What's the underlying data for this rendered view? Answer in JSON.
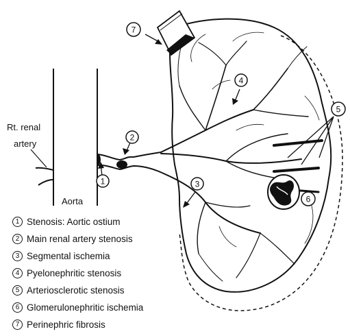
{
  "anatomy_labels": {
    "renal_artery": [
      "Rt. renal",
      "artery"
    ],
    "aorta": "Aorta"
  },
  "markers": [
    "1",
    "2",
    "3",
    "4",
    "5",
    "6",
    "7"
  ],
  "legend": [
    {
      "num": "1",
      "text": "Stenosis: Aortic ostium"
    },
    {
      "num": "2",
      "text": "Main renal artery stenosis"
    },
    {
      "num": "3",
      "text": "Segmental ischemia"
    },
    {
      "num": "4",
      "text": "Pyelonephritic stenosis"
    },
    {
      "num": "5",
      "text": "Arteriosclerotic stenosis"
    },
    {
      "num": "6",
      "text": "Glomerulonephritic ischemia"
    },
    {
      "num": "7",
      "text": "Perinephric fibrosis"
    }
  ],
  "colors": {
    "ink": "#111111",
    "background": "#ffffff"
  }
}
